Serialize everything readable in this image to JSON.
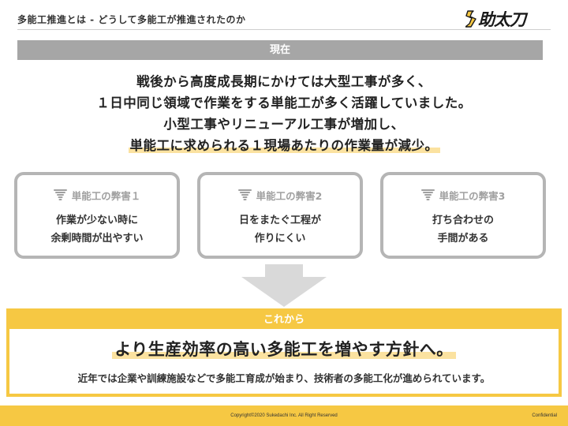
{
  "header": {
    "title": "多能工推進とは - どうして多能工が推進されたのか",
    "logo_text": "助太刀"
  },
  "current": {
    "label": "現在",
    "lines": [
      "戦後から高度成長期にかけては大型工事が多く、",
      "１日中同じ領域で作業をする単能工が多く活躍していました。",
      "小型工事やリニューアル工事が増加し、",
      "単能工に求められる１現場あたりの作業量が減少。"
    ]
  },
  "problems": [
    {
      "title": "単能工の弊害１",
      "lines": [
        "作業が少ない時に",
        "余剰時間が出やすい"
      ]
    },
    {
      "title": "単能工の弊害2",
      "lines": [
        "日をまたぐ工程が",
        "作りにくい"
      ]
    },
    {
      "title": "単能工の弊害3",
      "lines": [
        "打ち合わせの",
        "手間がある"
      ]
    }
  ],
  "future": {
    "label": "これから",
    "headline": "より生産効率の高い多能工を増やす方針へ。",
    "sub": "近年では企業や訓練施設などで多能工育成が始まり、技術者の多能工化が進められています。"
  },
  "footer": {
    "copyright": "Copyright©2020 Sukedachi Inc. All Right Reserved",
    "confidential": "Confidential"
  },
  "colors": {
    "accent": "#f6c843",
    "gray_bar": "#a6a6a6",
    "card_border": "#b5b5b5",
    "highlight": "#fbe2a0"
  },
  "icons": {
    "logo": "sukedachi-logo-icon",
    "problem": "tornado-icon",
    "transition": "arrow-down-icon"
  }
}
